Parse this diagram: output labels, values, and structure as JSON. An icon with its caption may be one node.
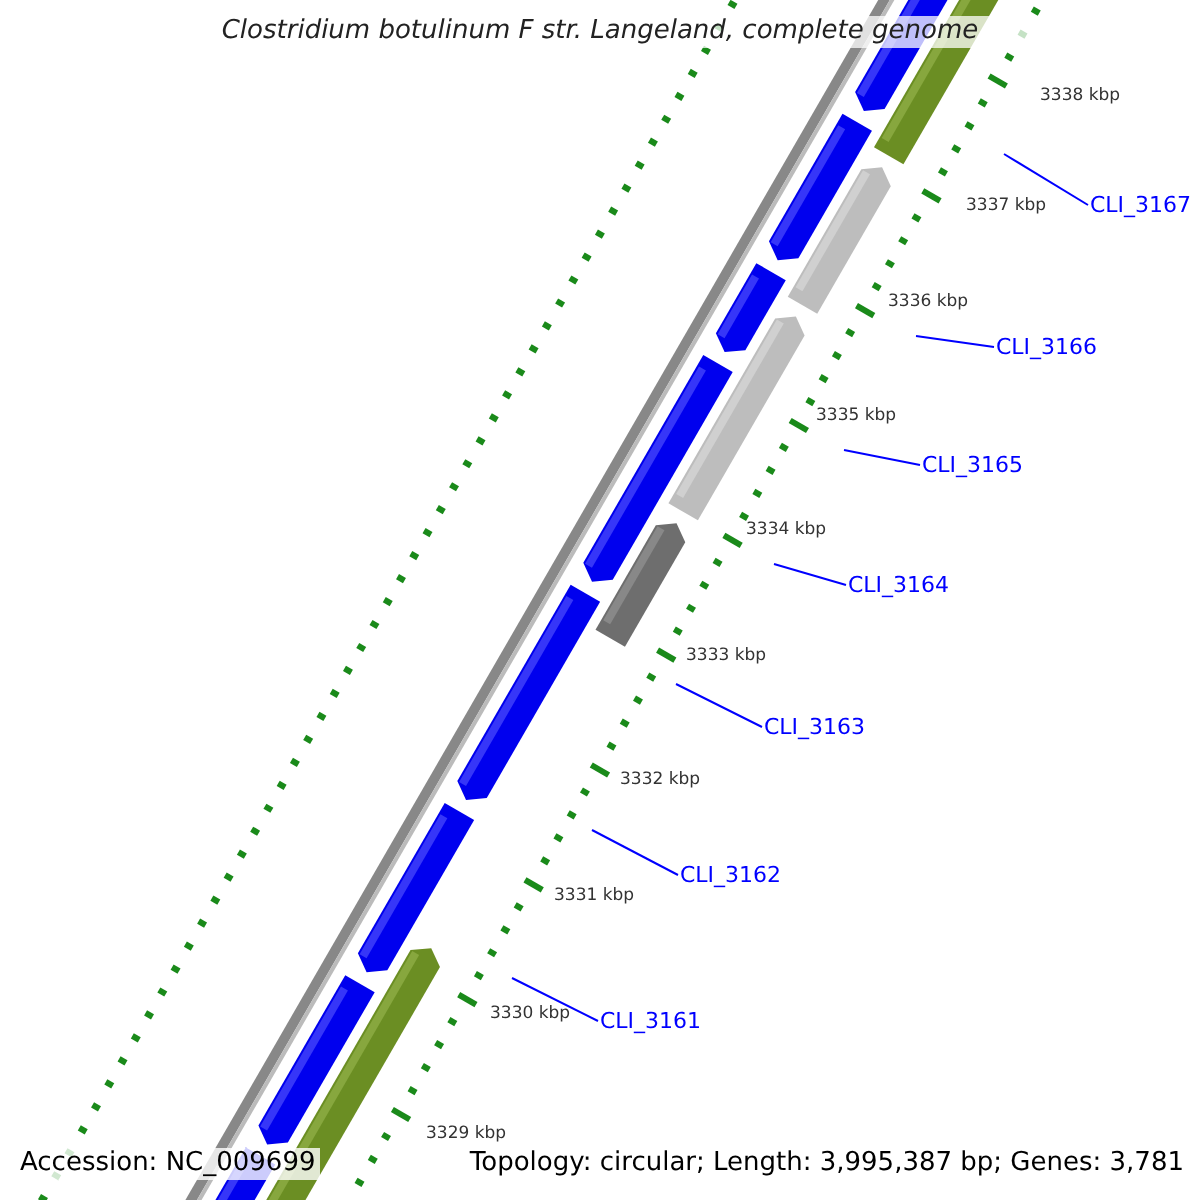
{
  "diagram": {
    "title": "Clostridium botulinum F str. Langeland, complete genome",
    "nodes": [
      {
        "text": [
          "CLI_3167"
        ]
      },
      {
        "text": [
          "CLI_3166"
        ]
      },
      {
        "text": [
          "CLI_3165"
        ]
      },
      {
        "text": [
          "CLI_3164"
        ]
      },
      {
        "text": [
          "CLI_3163"
        ]
      },
      {
        "text": [
          "CLI_3162"
        ]
      },
      {
        "text": [
          "CLI_3161"
        ]
      }
    ],
    "edges": [
      {
        "from": 0,
        "to": null,
        "arrow": "none"
      },
      {
        "from": 1,
        "to": null,
        "arrow": "none"
      },
      {
        "from": 2,
        "to": null,
        "arrow": "none"
      },
      {
        "from": 3,
        "to": null,
        "arrow": "none"
      },
      {
        "from": 4,
        "to": null,
        "arrow": "none"
      },
      {
        "from": 5,
        "to": null,
        "arrow": "none"
      },
      {
        "from": 6,
        "to": null,
        "arrow": "none"
      }
    ],
    "labels": [
      "3338 kbp",
      "3337 kbp",
      "3336 kbp",
      "3335 kbp",
      "3334 kbp",
      "3333 kbp",
      "3332 kbp",
      "3331 kbp",
      "3330 kbp",
      "3329 kbp",
      "Accession: NC_009699",
      "Topology: circular; Length: 3,995,387 bp; Genes: 3,781"
    ]
  }
}
